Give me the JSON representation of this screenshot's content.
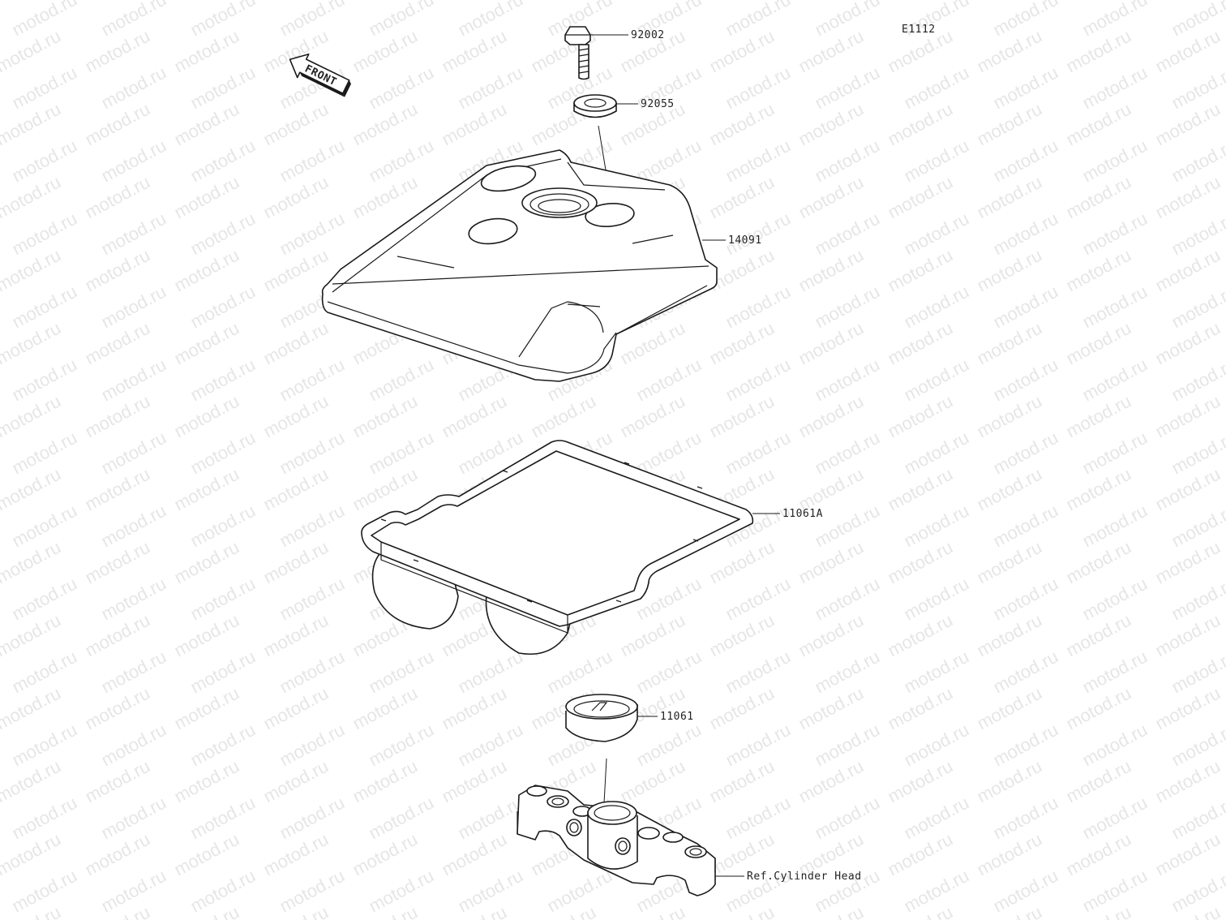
{
  "diagram_code": "E1112",
  "watermark_text": "motod.ru",
  "front_arrow_label": "FRONT",
  "parts": [
    {
      "id": "92002",
      "label": "92002",
      "name": "bolt"
    },
    {
      "id": "92055",
      "label": "92055",
      "name": "washer"
    },
    {
      "id": "14091",
      "label": "14091",
      "name": "cylinder-head-cover"
    },
    {
      "id": "11061A",
      "label": "11061A",
      "name": "cover-gasket"
    },
    {
      "id": "11061",
      "label": "11061",
      "name": "plug-hole-gasket"
    },
    {
      "id": "ref",
      "label": "Ref.Cylinder Head",
      "name": "cylinder-head-reference"
    }
  ],
  "colors": {
    "line": "#1a1a1a",
    "watermark": "#e6e6e6",
    "background": "#ffffff"
  }
}
